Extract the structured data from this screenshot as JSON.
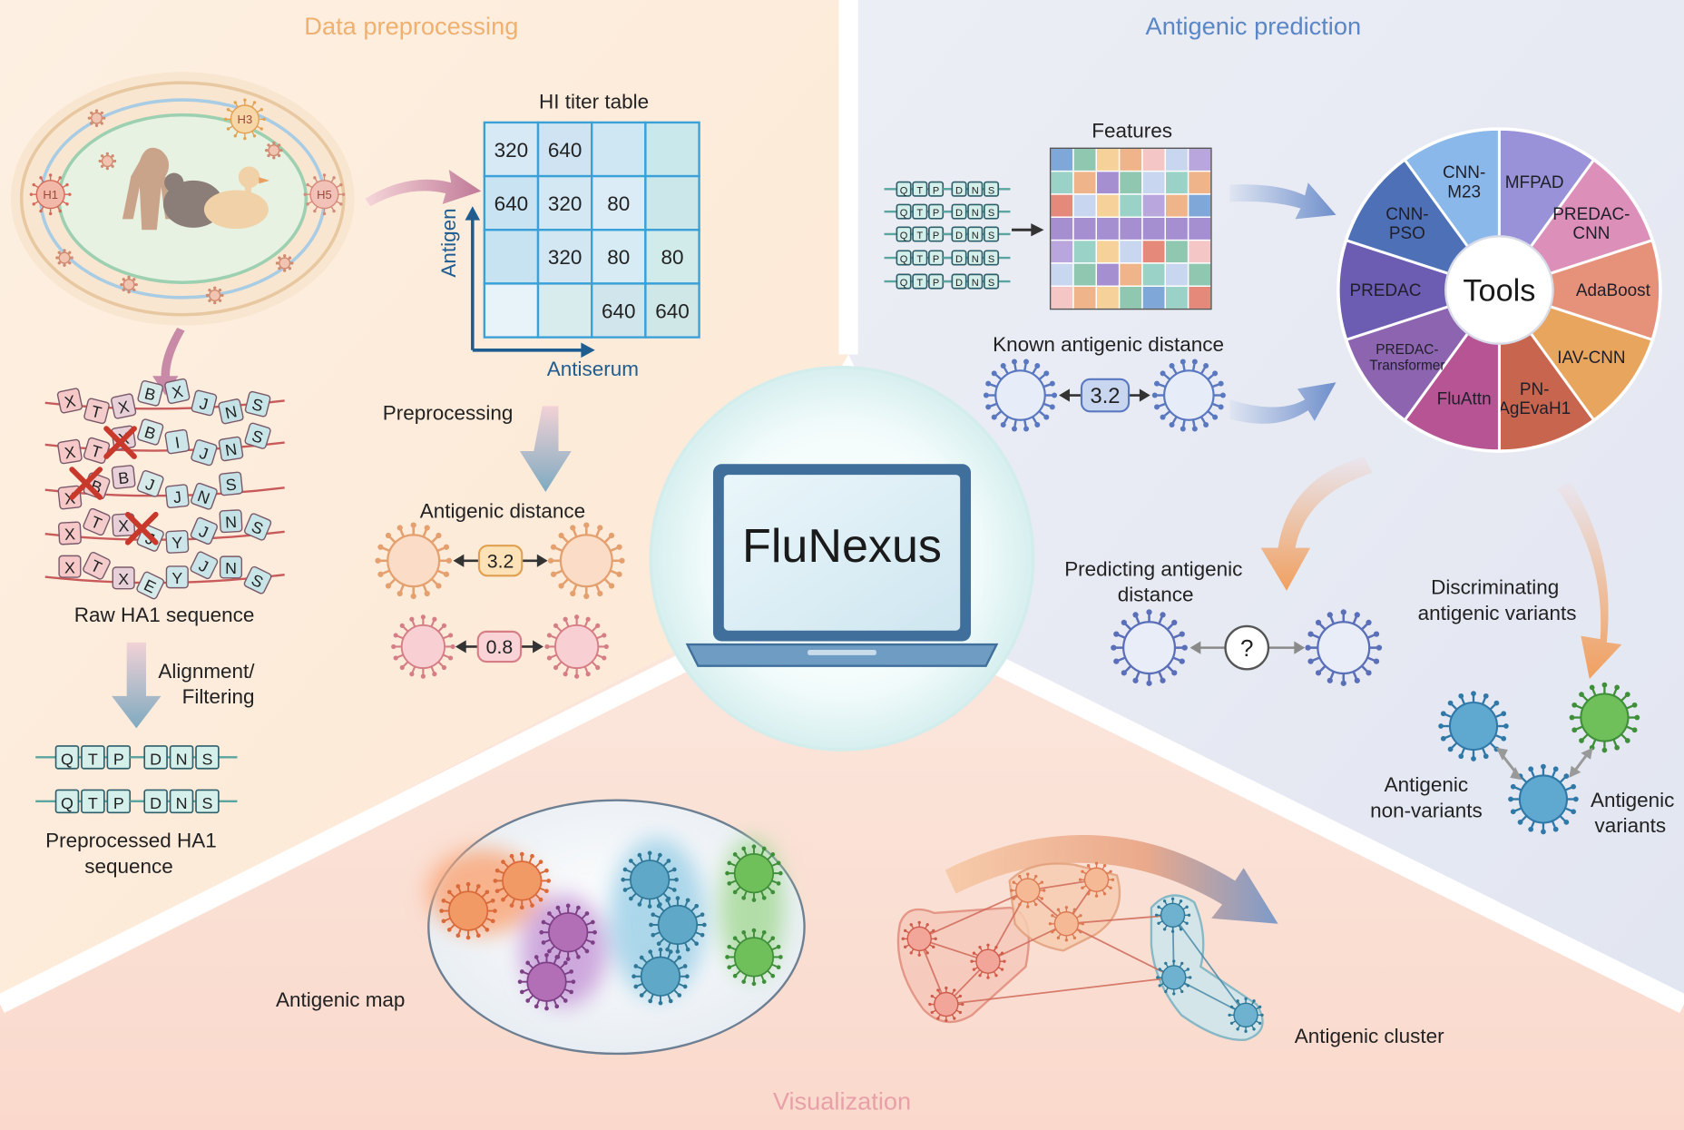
{
  "panels": {
    "preprocessing": {
      "title": "Data preprocessing",
      "hi_table": {
        "title": "HI titer table",
        "y_axis": "Antigen",
        "x_axis": "Antiserum",
        "rows": [
          [
            "320",
            "640",
            "",
            ""
          ],
          [
            "640",
            "320",
            "80",
            ""
          ],
          [
            "",
            "320",
            "80",
            "80"
          ],
          [
            "",
            "",
            "640",
            "640"
          ]
        ]
      },
      "hosts": [
        "H1",
        "H3",
        "H5"
      ],
      "raw_label": "Raw HA1 sequence",
      "raw_sequences": [
        [
          "X",
          "T",
          "X",
          "B",
          "X",
          "J",
          "N",
          "S"
        ],
        [
          "X",
          "T",
          "X",
          "B",
          "I",
          "J",
          "N",
          "S"
        ],
        [
          "X",
          "B",
          "B",
          "J",
          "J",
          "N",
          "S"
        ],
        [
          "X",
          "T",
          "X",
          "J",
          "Y",
          "J",
          "N",
          "S"
        ],
        [
          "X",
          "T",
          "X",
          "E",
          "Y",
          "J",
          "N",
          "S"
        ]
      ],
      "alignment_step": [
        "Alignment/",
        "Filtering"
      ],
      "preprocessed_sequence": [
        "Q",
        "T",
        "P",
        "D",
        "N",
        "S"
      ],
      "preprocessed_label": [
        "Preprocessed HA1",
        "sequence"
      ],
      "preprocessing_step": "Preprocessing",
      "distance_title": "Antigenic distance",
      "distances": [
        "3.2",
        "0.8"
      ]
    },
    "prediction": {
      "title": "Antigenic prediction",
      "features_label": "Features",
      "sequence": [
        "Q",
        "T",
        "P",
        "D",
        "N",
        "S"
      ],
      "known_distance_label": "Known antigenic distance",
      "known_distance": "3.2",
      "tools_label": "Tools",
      "tools": [
        {
          "label": [
            "CNN-",
            "M23"
          ],
          "color": "#8ab8ea"
        },
        {
          "label": [
            "MFPAD"
          ],
          "color": "#9a92d8"
        },
        {
          "label": [
            "PREDAC-",
            "CNN"
          ],
          "color": "#dc8fb8"
        },
        {
          "label": [
            "AdaBoost"
          ],
          "color": "#e6927a"
        },
        {
          "label": [
            "IAV-CNN"
          ],
          "color": "#e8a55e"
        },
        {
          "label": [
            "PN-",
            "AgEvaH1"
          ],
          "color": "#c8654e"
        },
        {
          "label": [
            "FluAttn"
          ],
          "color": "#b65494"
        },
        {
          "label": [
            "PREDAC-",
            "Transformer"
          ],
          "color": "#8d64b0"
        },
        {
          "label": [
            "PREDAC"
          ],
          "color": "#6c5cb2"
        },
        {
          "label": [
            "CNN-",
            "PSO"
          ],
          "color": "#4e70b6"
        }
      ],
      "predict_label": [
        "Predicting antigenic",
        "distance"
      ],
      "predict_value": "?",
      "discriminate_label": [
        "Discriminating",
        "antigenic variants"
      ],
      "non_variants_label": [
        "Antigenic",
        "non-variants"
      ],
      "variants_label": [
        "Antigenic",
        "variants"
      ]
    },
    "visualization": {
      "title": "Visualization",
      "map_label": "Antigenic map",
      "cluster_label": "Antigenic cluster"
    }
  },
  "center": {
    "title": "FluNexus"
  },
  "colors": {
    "preprocessing_bg": "#fdebd8",
    "prediction_bg": "#e7eaf3",
    "visualization_bg": "#fbe2d6",
    "preprocessing_title": "#f0b070",
    "prediction_title": "#5a86c6",
    "visualization_title": "#e8a0a8"
  }
}
